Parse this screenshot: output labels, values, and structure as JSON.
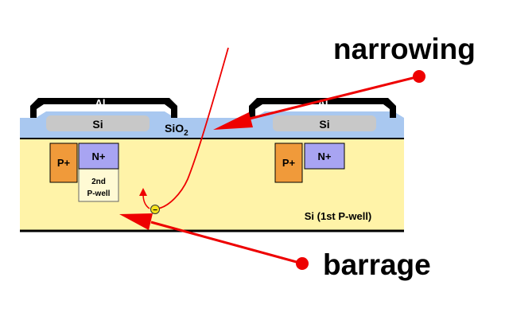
{
  "labels": {
    "al_left": "Al",
    "al_right": "Al",
    "si_gate_left": "Si",
    "si_gate_right": "Si",
    "oxide_base": "SiO",
    "oxide_sub": "2",
    "p_plus_left": "P+",
    "n_plus_left": "N+",
    "p_plus_right": "P+",
    "n_plus_right": "N+",
    "second_well_line1": "2nd",
    "second_well_line2": "P-well",
    "substrate": "Si (1st P-well)",
    "callout_top": "narrowing",
    "callout_bottom": "barrage",
    "particle_sign": "−"
  },
  "colors": {
    "substrate": "#fff3a8",
    "oxide": "#a9c8f0",
    "gate_si": "#c8c8c8",
    "p_plus": "#f09a3a",
    "n_plus": "#a8a4f2",
    "second_well": "#fffad4",
    "metal": "#000000",
    "arrow": "#ee0000",
    "particle": "#f5e21a"
  }
}
